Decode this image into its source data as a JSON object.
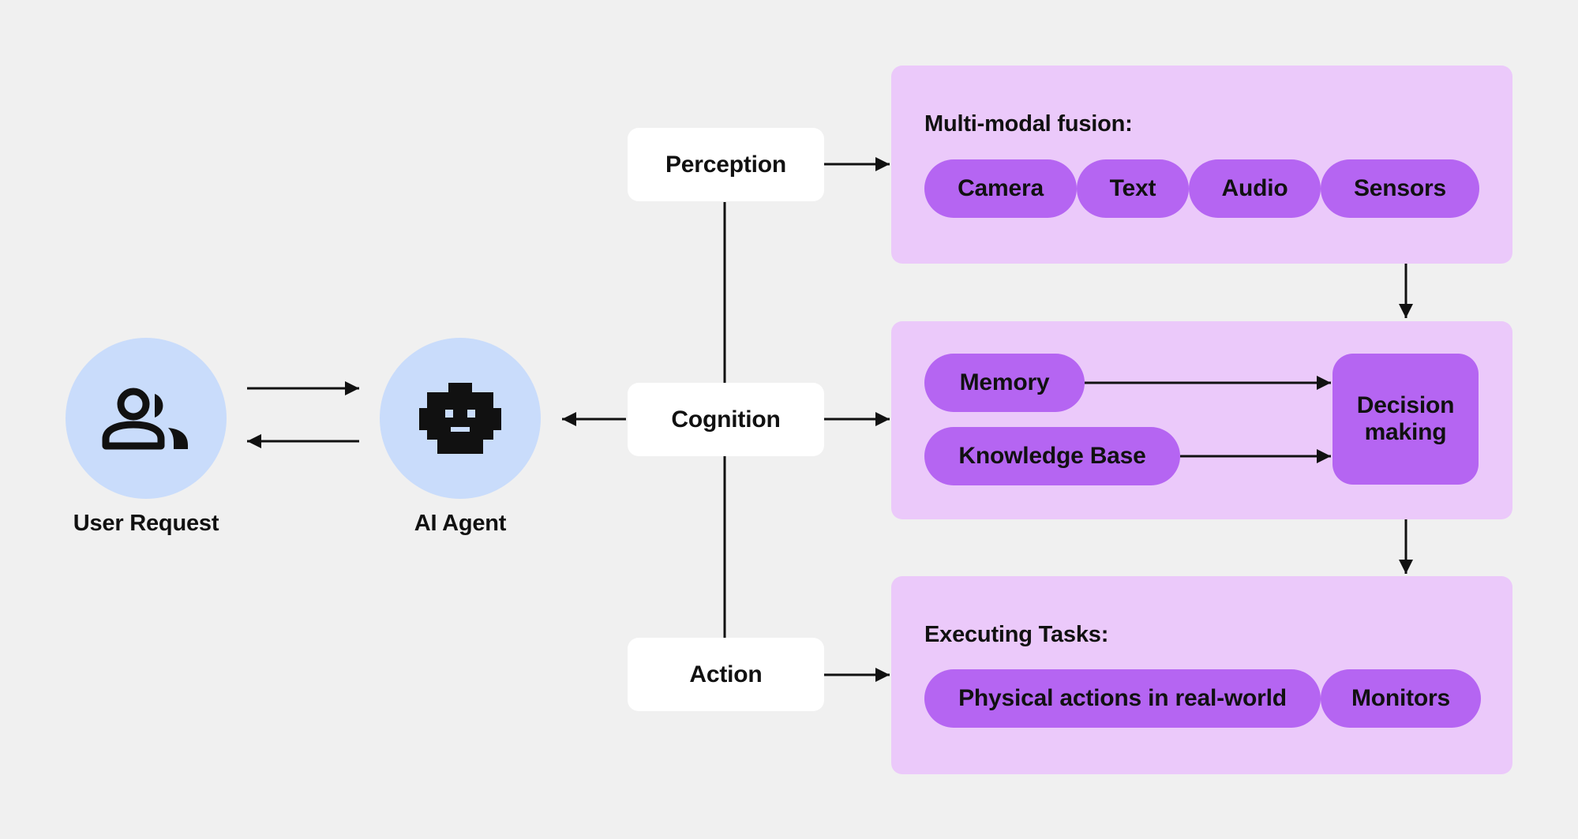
{
  "user_request": {
    "label": "User Request",
    "icon": "users-icon"
  },
  "ai_agent": {
    "label": "AI Agent",
    "icon": "robot-icon"
  },
  "stages": {
    "perception": "Perception",
    "cognition": "Cognition",
    "action": "Action"
  },
  "perception_panel": {
    "title": "Multi-modal fusion:",
    "items": [
      "Camera",
      "Text",
      "Audio",
      "Sensors"
    ]
  },
  "cognition_panel": {
    "memory": "Memory",
    "knowledge_base": "Knowledge Base",
    "decision_line1": "Decision",
    "decision_line2": "making"
  },
  "action_panel": {
    "title": "Executing Tasks:",
    "items": [
      "Physical actions in real-world",
      "Monitors"
    ]
  },
  "colors": {
    "background": "#f0f0f0",
    "circle": "#c9dcfb",
    "panel": "#ebc9fa",
    "pill": "#b565f2",
    "stage_box": "#ffffff",
    "ink": "#111111"
  }
}
